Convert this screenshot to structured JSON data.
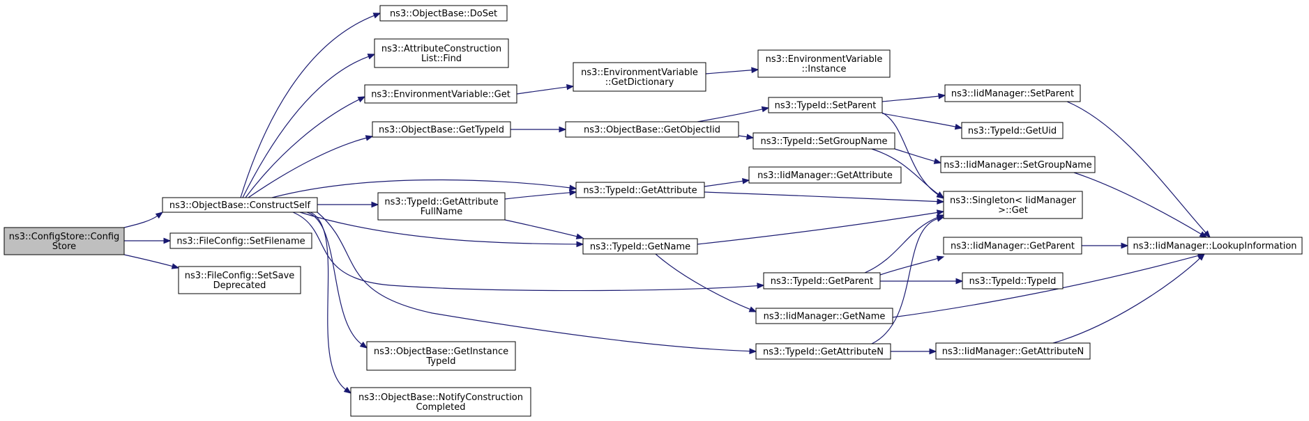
{
  "colors": {
    "edge": "#191970",
    "node_fill": "#ffffff",
    "root_fill": "#bfbfbf",
    "border": "#000000"
  },
  "nodes": [
    {
      "id": "n0",
      "lines": [
        "ns3::ConfigStore::Config",
        "Store"
      ],
      "root": true
    },
    {
      "id": "n1",
      "lines": [
        "ns3::ObjectBase::ConstructSelf"
      ]
    },
    {
      "id": "n2",
      "lines": [
        "ns3::FileConfig::SetFilename"
      ]
    },
    {
      "id": "n3",
      "lines": [
        "ns3::FileConfig::SetSave",
        "Deprecated"
      ]
    },
    {
      "id": "n4",
      "lines": [
        "ns3::ObjectBase::DoSet"
      ]
    },
    {
      "id": "n5",
      "lines": [
        "ns3::AttributeConstruction",
        "List::Find"
      ]
    },
    {
      "id": "n6",
      "lines": [
        "ns3::EnvironmentVariable::Get"
      ]
    },
    {
      "id": "n7",
      "lines": [
        "ns3::ObjectBase::GetTypeId"
      ]
    },
    {
      "id": "n8",
      "lines": [
        "ns3::TypeId::GetAttribute",
        "FullName"
      ]
    },
    {
      "id": "n9",
      "lines": [
        "ns3::ObjectBase::GetInstance",
        "TypeId"
      ]
    },
    {
      "id": "n10",
      "lines": [
        "ns3::ObjectBase::NotifyConstruction",
        "Completed"
      ]
    },
    {
      "id": "n11",
      "lines": [
        "ns3::EnvironmentVariable",
        "::GetDictionary"
      ]
    },
    {
      "id": "n12",
      "lines": [
        "ns3::ObjectBase::GetObjectIid"
      ]
    },
    {
      "id": "n13",
      "lines": [
        "ns3::TypeId::GetAttribute"
      ]
    },
    {
      "id": "n14",
      "lines": [
        "ns3::TypeId::GetName"
      ]
    },
    {
      "id": "n15",
      "lines": [
        "ns3::EnvironmentVariable",
        "::Instance"
      ]
    },
    {
      "id": "n16",
      "lines": [
        "ns3::TypeId::SetParent"
      ]
    },
    {
      "id": "n17",
      "lines": [
        "ns3::TypeId::SetGroupName"
      ]
    },
    {
      "id": "n18",
      "lines": [
        "ns3::IidManager::GetAttribute"
      ]
    },
    {
      "id": "n19",
      "lines": [
        "ns3::TypeId::GetParent"
      ]
    },
    {
      "id": "n20",
      "lines": [
        "ns3::IidManager::GetName"
      ]
    },
    {
      "id": "n21",
      "lines": [
        "ns3::TypeId::GetAttributeN"
      ]
    },
    {
      "id": "n22",
      "lines": [
        "ns3::Singleton< IidManager",
        ">::Get"
      ]
    },
    {
      "id": "n23",
      "lines": [
        "ns3::IidManager::SetParent"
      ]
    },
    {
      "id": "n24",
      "lines": [
        "ns3::TypeId::GetUid"
      ]
    },
    {
      "id": "n25",
      "lines": [
        "ns3::IidManager::SetGroupName"
      ]
    },
    {
      "id": "n26",
      "lines": [
        "ns3::IidManager::GetParent"
      ]
    },
    {
      "id": "n27",
      "lines": [
        "ns3::TypeId::TypeId"
      ]
    },
    {
      "id": "n28",
      "lines": [
        "ns3::IidManager::GetAttributeN"
      ]
    },
    {
      "id": "n29",
      "lines": [
        "ns3::IidManager::LookupInformation"
      ]
    }
  ],
  "edges": [
    [
      "n0",
      "n1"
    ],
    [
      "n0",
      "n2"
    ],
    [
      "n0",
      "n3"
    ],
    [
      "n1",
      "n4"
    ],
    [
      "n1",
      "n5"
    ],
    [
      "n1",
      "n6"
    ],
    [
      "n1",
      "n7"
    ],
    [
      "n1",
      "n8"
    ],
    [
      "n1",
      "n9"
    ],
    [
      "n1",
      "n10"
    ],
    [
      "n1",
      "n13"
    ],
    [
      "n1",
      "n14"
    ],
    [
      "n1",
      "n19"
    ],
    [
      "n1",
      "n21"
    ],
    [
      "n6",
      "n11"
    ],
    [
      "n11",
      "n15"
    ],
    [
      "n7",
      "n12"
    ],
    [
      "n12",
      "n16"
    ],
    [
      "n12",
      "n17"
    ],
    [
      "n8",
      "n13"
    ],
    [
      "n8",
      "n14"
    ],
    [
      "n13",
      "n18"
    ],
    [
      "n13",
      "n22"
    ],
    [
      "n14",
      "n22"
    ],
    [
      "n14",
      "n20"
    ],
    [
      "n16",
      "n23"
    ],
    [
      "n16",
      "n24"
    ],
    [
      "n16",
      "n22"
    ],
    [
      "n17",
      "n25"
    ],
    [
      "n17",
      "n22"
    ],
    [
      "n19",
      "n26"
    ],
    [
      "n19",
      "n27"
    ],
    [
      "n19",
      "n22"
    ],
    [
      "n20",
      "n29"
    ],
    [
      "n21",
      "n28"
    ],
    [
      "n21",
      "n22"
    ],
    [
      "n23",
      "n29"
    ],
    [
      "n25",
      "n29"
    ],
    [
      "n26",
      "n29"
    ],
    [
      "n28",
      "n29"
    ]
  ]
}
